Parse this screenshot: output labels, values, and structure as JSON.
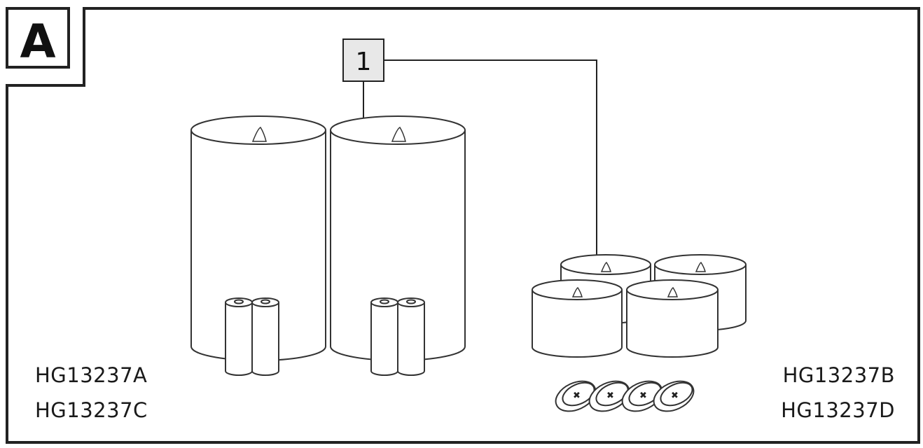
{
  "panel": {
    "label": "A"
  },
  "callout": {
    "number": "1"
  },
  "models": {
    "left": [
      "HG13237A",
      "HG13237C"
    ],
    "right": [
      "HG13237B",
      "HG13237D"
    ]
  }
}
